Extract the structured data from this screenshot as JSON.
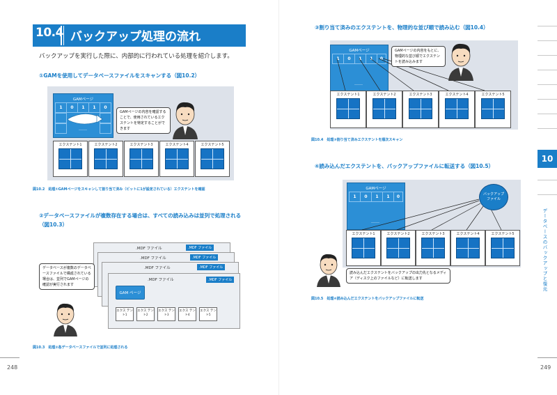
{
  "left_page": {
    "chapter_number": "10.4",
    "chapter_title": "バックアップ処理の流れ",
    "intro": "バックアップを実行した際に、内部的に行われている処理を紹介します。",
    "section1": "①GAMを使用してデータベースファイルをスキャンする（図10.2）",
    "fig2_gam_title": "GAMページ",
    "fig2_bits": [
      "1",
      "0",
      "1",
      "1",
      "0"
    ],
    "fig2_dots": "……",
    "fig2_bubble": "GAMページの内容を確認することで、使用されているエクステントを特定することができます",
    "fig2_extents": [
      "エクステント1",
      "エクステント2",
      "エクステント3",
      "エクステント4",
      "エクステント5"
    ],
    "fig2_caption": "図10.2　処理①GAMページをスキャンして割り当て済み（ビットに1が設定されている）エクステントを確認",
    "section2": "②データベースファイルが複数存在する場合は、すべての読み込みは並列で処理される（図10.3）",
    "fig3_mdf_title": ".MDF ファイル",
    "fig3_mdf_tag": ".MDF ファイル",
    "fig3_gam": "GAM ページ",
    "fig3_mini_extents": [
      "エクス テント1",
      "エクス テント2",
      "エクス テント3",
      "エクス テント4",
      "エクス テント5"
    ],
    "fig3_bubble": "データベースが複数のデータベースファイルで構成されている場合は、並列でGAMページの確認が実行されます",
    "fig3_caption": "図10.3　処理②各データベースファイルで並列に処理される",
    "page_number": "248"
  },
  "right_page": {
    "section3": "③割り当て済みのエクステントを、物理的な並び順で読み込む（図10.4）",
    "fig4_gam_title": "GAMページ",
    "fig4_bits": [
      "1",
      "0",
      "1",
      "1",
      "0"
    ],
    "fig4_dots": "……",
    "fig4_bubble": "GAMページの内容をもとに、物理的な並び順でエクステントを読み込みます",
    "fig4_extents": [
      "エクステント1",
      "エクステント2",
      "エクステント3",
      "エクステント4",
      "エクステント5"
    ],
    "fig4_caption": "図10.4　処理③割り当て済みエクステントを順次スキャン",
    "section4": "④読み込んだエクステントを、バックアップファイルに転送する（図10.5）",
    "fig5_gam_title": "GAMページ",
    "fig5_bits": [
      "1",
      "0",
      "1",
      "1",
      "0"
    ],
    "fig5_dots": "……",
    "fig5_backup": "バックアップ ファイル",
    "fig5_extents": [
      "エクステント1",
      "エクステント2",
      "エクステント3",
      "エクステント4",
      "エクステント5"
    ],
    "fig5_bubble": "読み込んだエクステントをバックアップの出力先となるメディア（ディスク上のファイルなど）に転送します",
    "fig5_caption": "図10.5　処理④読み込んだエクステントをバックアップファイルに転送",
    "chapter_tab": "10",
    "side_label": "データベースのバックアップと復元",
    "page_number": "249"
  },
  "colors": {
    "accent": "#1a7ec8",
    "grid": "#1673c4",
    "panel": "#dde2ea"
  }
}
